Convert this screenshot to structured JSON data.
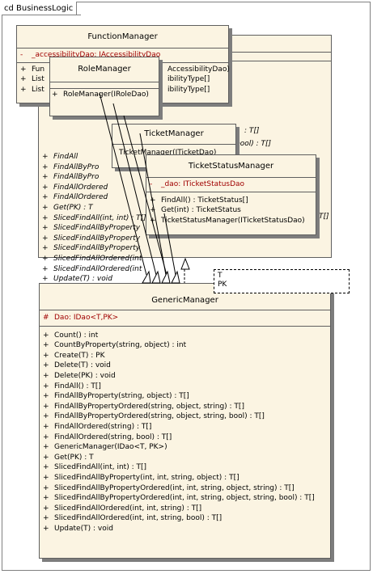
{
  "diagram": {
    "frame_label": "cd BusinessLogic"
  },
  "generic_manager_template": {
    "params": [
      "T",
      "PK"
    ]
  },
  "classes": {
    "generic_manager": {
      "name": "GenericManager",
      "attributes": [
        {
          "vis": "#",
          "text": "Dao:  IDao<T,PK>"
        }
      ],
      "operations": [
        {
          "vis": "+",
          "text": "Count() : int"
        },
        {
          "vis": "+",
          "text": "CountByProperty(string, object) : int"
        },
        {
          "vis": "+",
          "text": "Create(T) : PK"
        },
        {
          "vis": "+",
          "text": "Delete(T) : void"
        },
        {
          "vis": "+",
          "text": "Delete(PK) : void"
        },
        {
          "vis": "+",
          "text": "FindAll() : T[]"
        },
        {
          "vis": "+",
          "text": "FindAllByProperty(string, object) : T[]"
        },
        {
          "vis": "+",
          "text": "FindAllByPropertyOrdered(string, object, string) : T[]"
        },
        {
          "vis": "+",
          "text": "FindAllByPropertyOrdered(string, object, string, bool) : T[]"
        },
        {
          "vis": "+",
          "text": "FindAllOrdered(string) : T[]"
        },
        {
          "vis": "+",
          "text": "FindAllOrdered(string, bool) : T[]"
        },
        {
          "vis": "+",
          "text": "GenericManager(IDao<T, PK>)"
        },
        {
          "vis": "+",
          "text": "Get(PK) : T"
        },
        {
          "vis": "+",
          "text": "SlicedFindAll(int, int) : T[]"
        },
        {
          "vis": "+",
          "text": "SlicedFindAllByProperty(int, int, string, object) : T[]"
        },
        {
          "vis": "+",
          "text": "SlicedFindAllByPropertyOrdered(int, int, string, object, string) : T[]"
        },
        {
          "vis": "+",
          "text": "SlicedFindAllByPropertyOrdered(int, int, string, object, string, bool) : T[]"
        },
        {
          "vis": "+",
          "text": "SlicedFindAllOrdered(int, int, string) : T[]"
        },
        {
          "vis": "+",
          "text": "SlicedFindAllOrdered(int, int, string, bool) : T[]"
        },
        {
          "vis": "+",
          "text": "Update(T) : void"
        }
      ]
    },
    "hidden_generic_copy": {
      "operations": [
        {
          "vis": "+",
          "text": "FindAll"
        },
        {
          "vis": "+",
          "text": "FindAllByPro"
        },
        {
          "vis": "+",
          "text": "FindAllByPro"
        },
        {
          "vis": "+",
          "text": "FindAllOrdered"
        },
        {
          "vis": "+",
          "text": "FindAllOrdered"
        },
        {
          "vis": "+",
          "text": "Get(PK) : T"
        },
        {
          "vis": "+",
          "text": "SlicedFindAll(int, int) : T[]"
        },
        {
          "vis": "+",
          "text": "SlicedFindAllByProperty"
        },
        {
          "vis": "+",
          "text": "SlicedFindAllByProperty"
        },
        {
          "vis": "+",
          "text": "SlicedFindAllByProperty"
        },
        {
          "vis": "+",
          "text": "SlicedFindAllOrdered(int"
        },
        {
          "vis": "+",
          "text": "SlicedFindAllOrdered(int"
        },
        {
          "vis": "+",
          "text": "Update(T) : void"
        }
      ],
      "right_fragments": [
        ": T[]",
        "bool) : T[]",
        "T[]"
      ]
    },
    "function_manager": {
      "name": "FunctionManager",
      "attributes": [
        {
          "vis": "-",
          "text": "_accessibilityDao:  IAccessibilityDao"
        }
      ],
      "operations": [
        {
          "vis": "+",
          "text": "Fun"
        },
        {
          "vis": "+",
          "text": "List"
        },
        {
          "vis": "+",
          "text": "List"
        }
      ],
      "operation_tails": [
        "AccessibilityDao)",
        "ibilityType[]",
        "ibilityType[]"
      ]
    },
    "role_manager": {
      "name": "RoleManager",
      "operations": [
        {
          "vis": "+",
          "text": "RoleManager(IRoleDao)"
        }
      ]
    },
    "ticket_manager": {
      "name": "TicketManager",
      "operation_fragment": "TicketManager(ITicketDao)"
    },
    "ticket_status_manager": {
      "name": "TicketStatusManager",
      "attributes": [
        {
          "vis": "-",
          "text": "_dao:  ITicketStatusDao"
        }
      ],
      "operations": [
        {
          "vis": "+",
          "text": "FindAll() : TicketStatus[]"
        },
        {
          "vis": "+",
          "text": "Get(int) : TicketStatus"
        },
        {
          "vis": "+",
          "text": "TicketStatusManager(ITicketStatusDao)"
        }
      ]
    }
  }
}
